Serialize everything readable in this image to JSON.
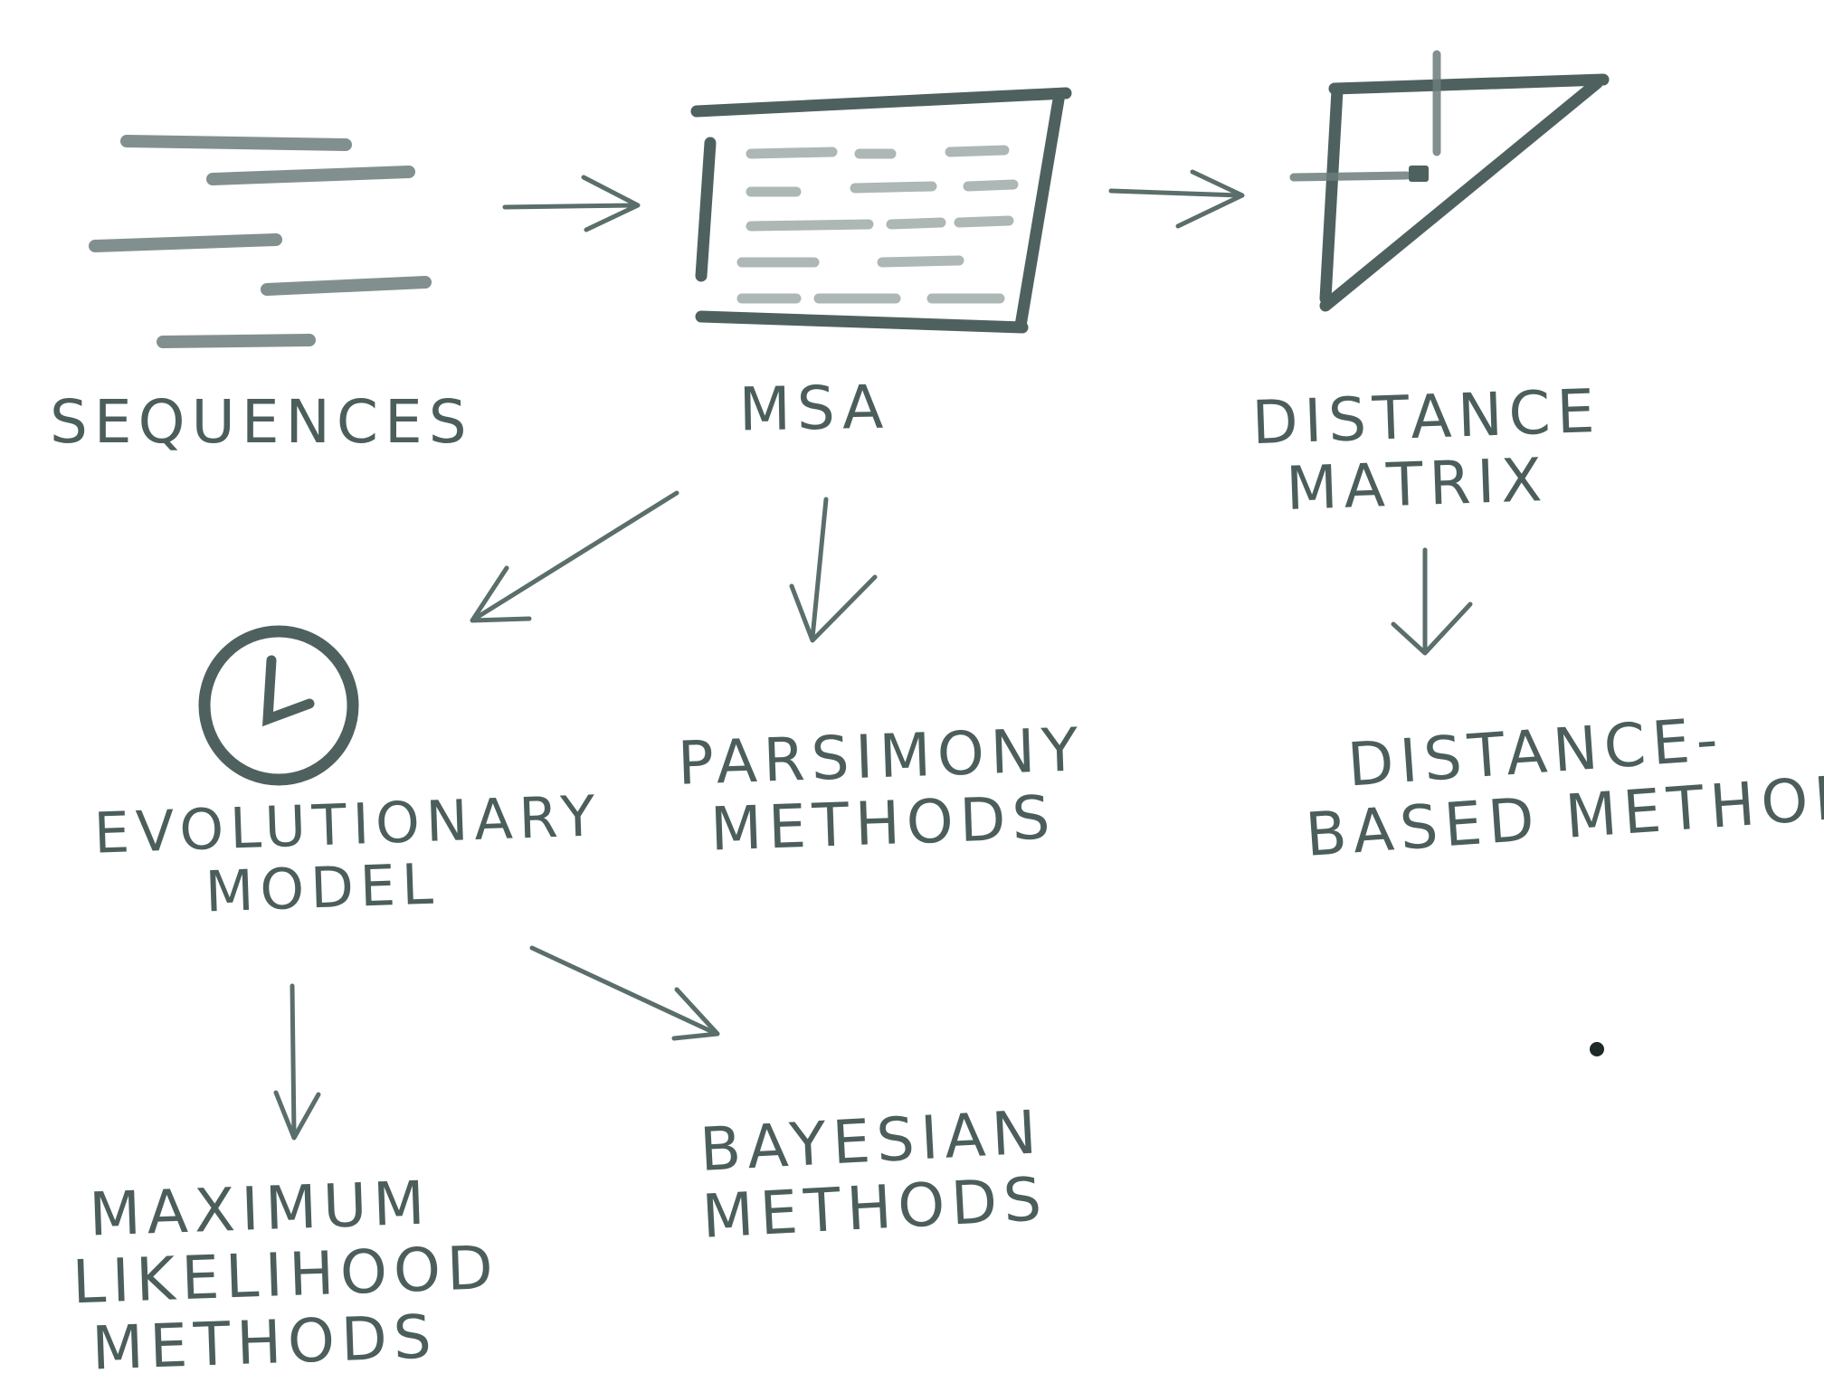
{
  "nodes": {
    "sequences": {
      "label": "SEQUENCES"
    },
    "msa": {
      "label": "MSA"
    },
    "distance_matrix": {
      "line1": "DISTANCE",
      "line2": "MATRIX"
    },
    "evolutionary_model": {
      "line1": "EVOLUTIONARY",
      "line2": "MODEL"
    },
    "parsimony_methods": {
      "line1": "PARSIMONY",
      "line2": "METHODS"
    },
    "distance_based_methods": {
      "line1": "DISTANCE-",
      "line2": "BASED METHODS"
    },
    "maximum_likelihood_methods": {
      "line1": "MAXIMUM",
      "line2": "LIKELIHOOD",
      "line3": "METHODS"
    },
    "bayesian_methods": {
      "line1": "BAYESIAN",
      "line2": "METHODS"
    }
  },
  "icons": {
    "sequences": "sequence-lines-icon",
    "msa": "alignment-grid-icon",
    "distance_matrix": "triangular-matrix-icon",
    "evolutionary_model": "clock-icon"
  },
  "edges": [
    {
      "from": "sequences",
      "to": "msa"
    },
    {
      "from": "msa",
      "to": "distance_matrix"
    },
    {
      "from": "msa",
      "to": "evolutionary_model"
    },
    {
      "from": "msa",
      "to": "parsimony_methods"
    },
    {
      "from": "distance_matrix",
      "to": "distance_based_methods"
    },
    {
      "from": "evolutionary_model",
      "to": "maximum_likelihood_methods"
    },
    {
      "from": "evolutionary_model",
      "to": "bayesian_methods"
    }
  ],
  "colors": {
    "ink": "#4b5e5b",
    "chalk": "#6b7d7a",
    "background": "#ffffff"
  }
}
